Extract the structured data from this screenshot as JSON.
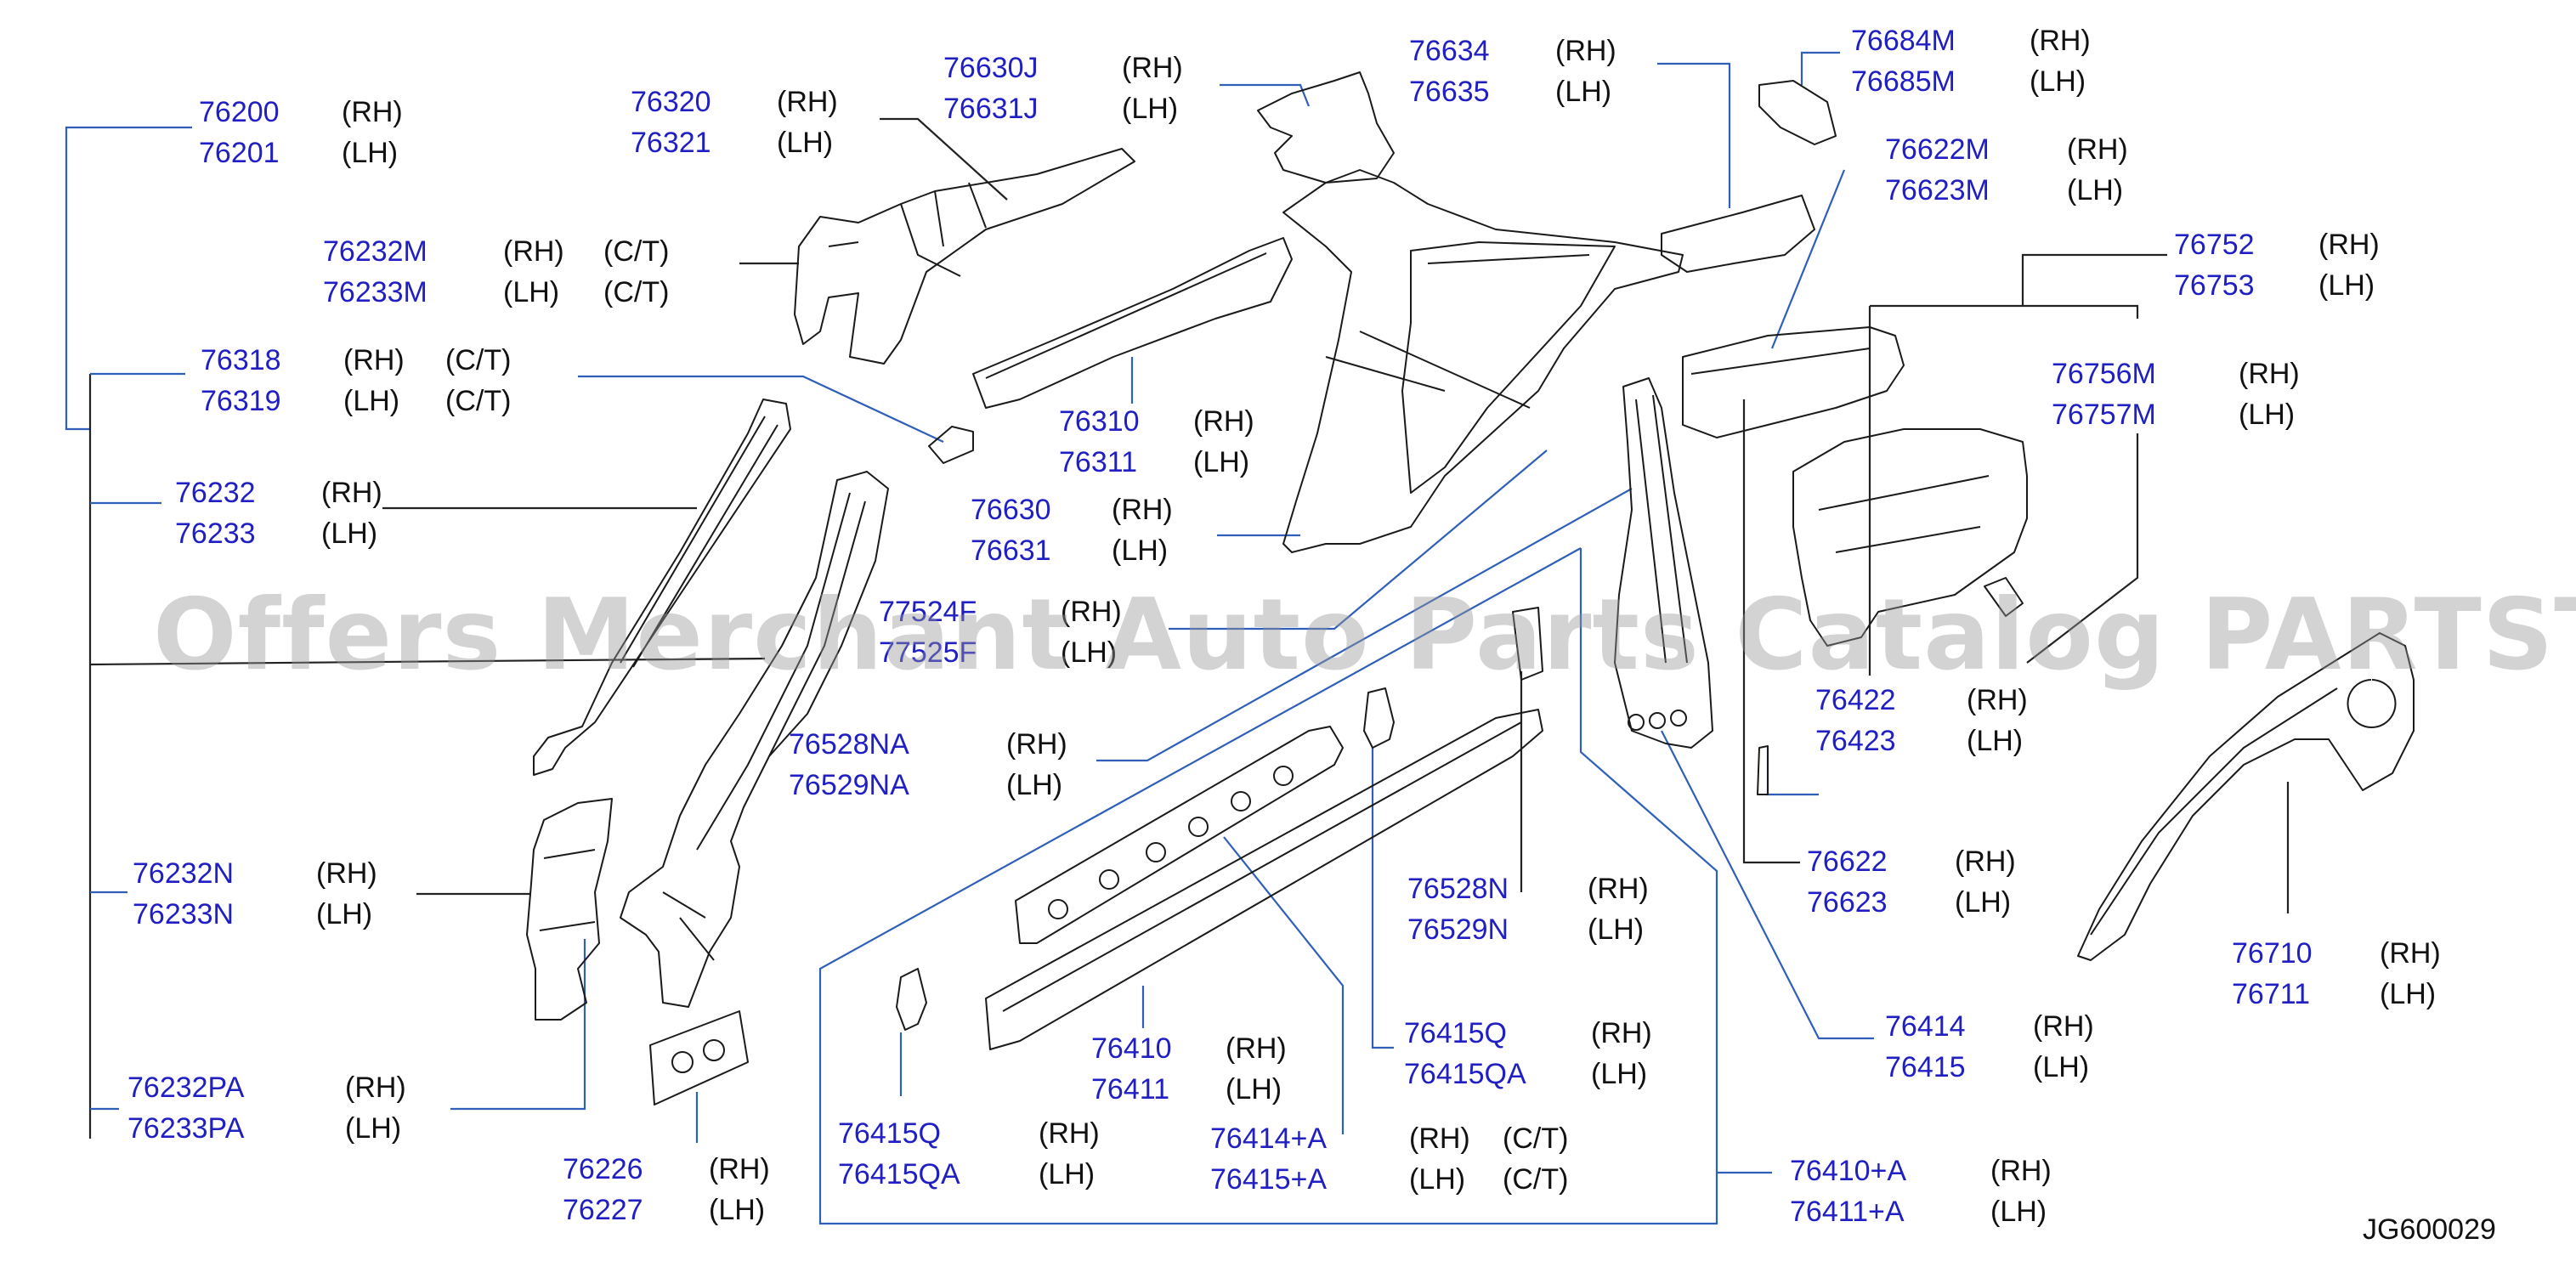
{
  "diagram_code": "JG600029",
  "watermark": "Offers Merchant Auto Parts Catalog PARTSTORE.SA",
  "colors": {
    "part_number": "#1f1fc4",
    "text": "#111111",
    "leader_blue": "#2f5fb8",
    "leader_black": "#222222",
    "line_art": "#1a1a1a"
  },
  "callouts": [
    {
      "rows": [
        [
          "76200",
          "(RH)",
          ""
        ],
        [
          "76201",
          "(LH)",
          ""
        ]
      ]
    },
    {
      "rows": [
        [
          "76320",
          "(RH)",
          ""
        ],
        [
          "76321",
          "(LH)",
          ""
        ]
      ]
    },
    {
      "rows": [
        [
          "76630J",
          "(RH)",
          ""
        ],
        [
          "76631J",
          "(LH)",
          ""
        ]
      ]
    },
    {
      "rows": [
        [
          "76634",
          "(RH)",
          ""
        ],
        [
          "76635",
          "(LH)",
          ""
        ]
      ]
    },
    {
      "rows": [
        [
          "76684M",
          "(RH)",
          ""
        ],
        [
          "76685M",
          "(LH)",
          ""
        ]
      ]
    },
    {
      "rows": [
        [
          "76622M",
          "(RH)",
          ""
        ],
        [
          "76623M",
          "(LH)",
          ""
        ]
      ]
    },
    {
      "rows": [
        [
          "76232M",
          "(RH)",
          "(C/T)"
        ],
        [
          "76233M",
          "(LH)",
          "(C/T)"
        ]
      ]
    },
    {
      "rows": [
        [
          "76752",
          "(RH)",
          ""
        ],
        [
          "76753",
          "(LH)",
          ""
        ]
      ]
    },
    {
      "rows": [
        [
          "76318",
          "(RH)",
          "(C/T)"
        ],
        [
          "76319",
          "(LH)",
          "(C/T)"
        ]
      ]
    },
    {
      "rows": [
        [
          "76756M",
          "(RH)",
          ""
        ],
        [
          "76757M",
          "(LH)",
          ""
        ]
      ]
    },
    {
      "rows": [
        [
          "76310",
          "(RH)",
          ""
        ],
        [
          "76311",
          "(LH)",
          ""
        ]
      ]
    },
    {
      "rows": [
        [
          "76232",
          "(RH)",
          ""
        ],
        [
          "76233",
          "(LH)",
          ""
        ]
      ]
    },
    {
      "rows": [
        [
          "76630",
          "(RH)",
          ""
        ],
        [
          "76631",
          "(LH)",
          ""
        ]
      ]
    },
    {
      "rows": [
        [
          "77524F",
          "(RH)",
          ""
        ],
        [
          "77525F",
          "(LH)",
          ""
        ]
      ]
    },
    {
      "rows": [
        [
          "76422",
          "(RH)",
          ""
        ],
        [
          "76423",
          "(LH)",
          ""
        ]
      ]
    },
    {
      "rows": [
        [
          "76528NA",
          "(RH)",
          ""
        ],
        [
          "76529NA",
          "(LH)",
          ""
        ]
      ]
    },
    {
      "rows": [
        [
          "76622",
          "(RH)",
          ""
        ],
        [
          "76623",
          "(LH)",
          ""
        ]
      ]
    },
    {
      "rows": [
        [
          "76232N",
          "(RH)",
          ""
        ],
        [
          "76233N",
          "(LH)",
          ""
        ]
      ]
    },
    {
      "rows": [
        [
          "76528N",
          "(RH)",
          ""
        ],
        [
          "76529N",
          "(LH)",
          ""
        ]
      ]
    },
    {
      "rows": [
        [
          "76710",
          "(RH)",
          ""
        ],
        [
          "76711",
          "(LH)",
          ""
        ]
      ]
    },
    {
      "rows": [
        [
          "76414",
          "(RH)",
          ""
        ],
        [
          "76415",
          "(LH)",
          ""
        ]
      ]
    },
    {
      "rows": [
        [
          "76410",
          "(RH)",
          ""
        ],
        [
          "76411",
          "(LH)",
          ""
        ]
      ]
    },
    {
      "rows": [
        [
          "76415Q",
          "(RH)",
          ""
        ],
        [
          "76415QA",
          "(LH)",
          ""
        ]
      ]
    },
    {
      "rows": [
        [
          "76232PA",
          "(RH)",
          ""
        ],
        [
          "76233PA",
          "(LH)",
          ""
        ]
      ]
    },
    {
      "rows": [
        [
          "76415Q",
          "(RH)",
          ""
        ],
        [
          "76415QA",
          "(LH)",
          ""
        ]
      ]
    },
    {
      "rows": [
        [
          "76414+A",
          "(RH)",
          "(C/T)"
        ],
        [
          "76415+A",
          "(LH)",
          "(C/T)"
        ]
      ]
    },
    {
      "rows": [
        [
          "76410+A",
          "(RH)",
          ""
        ],
        [
          "76411+A",
          "(LH)",
          ""
        ]
      ]
    },
    {
      "rows": [
        [
          "76226",
          "(RH)",
          ""
        ],
        [
          "76227",
          "(LH)",
          ""
        ]
      ]
    }
  ]
}
